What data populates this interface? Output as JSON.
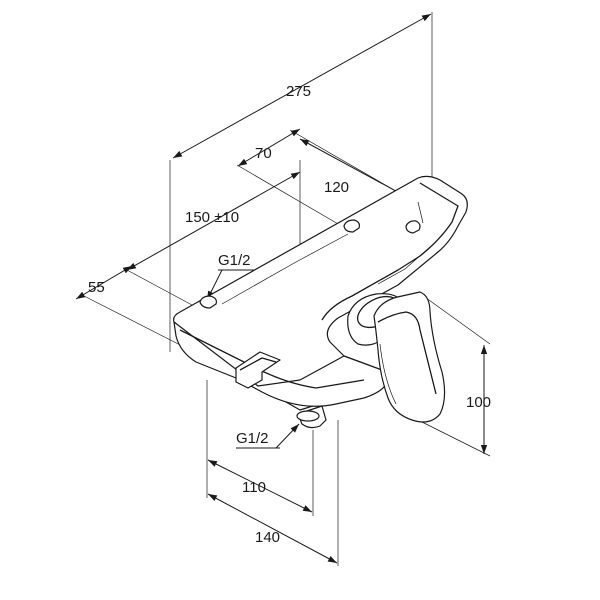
{
  "dimensions": {
    "overall_length": "275",
    "spout_width": "70",
    "body_section": "120",
    "center_distance": "150 ±10",
    "connection_top": "G1/2",
    "depth": "55",
    "handle_height": "100",
    "connection_bottom": "G1/2",
    "offset_110": "110",
    "offset_140": "140"
  },
  "colors": {
    "line": "#1a1a1a",
    "background": "#ffffff"
  }
}
